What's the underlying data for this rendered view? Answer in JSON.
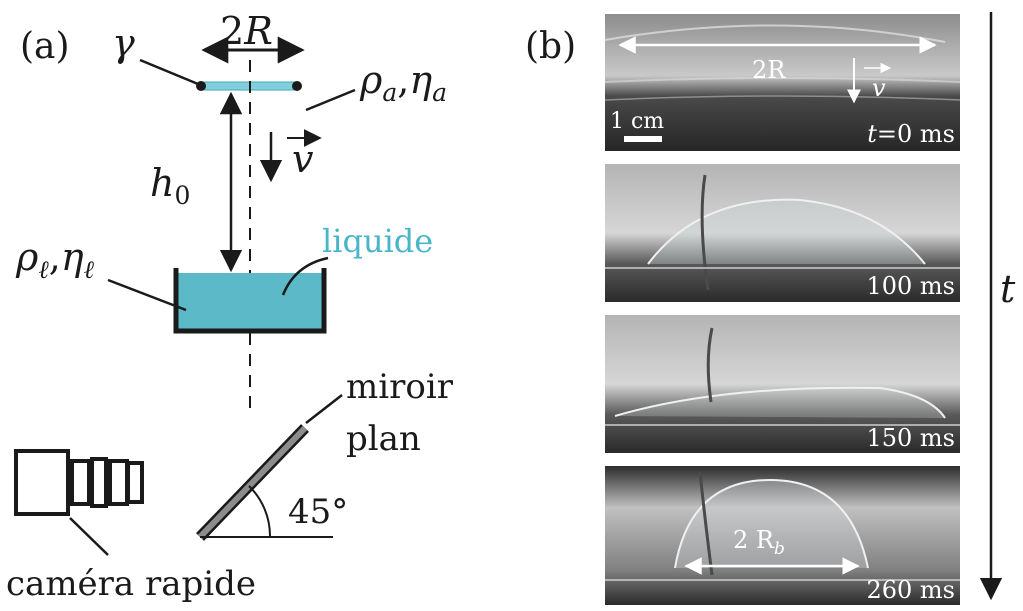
{
  "panel_a": {
    "label": "(a)",
    "width_label": {
      "base": "2",
      "var": "R"
    },
    "gamma": "γ",
    "air_props": {
      "rho": "ρ",
      "rho_sub": "a",
      "sep": ",",
      "eta": "η",
      "eta_sub": "a"
    },
    "velocity": "v",
    "height": {
      "base": "h",
      "sub": "0"
    },
    "liquid_props": {
      "rho": "ρ",
      "rho_sub": "ℓ",
      "sep": ",",
      "eta": "η",
      "eta_sub": "ℓ"
    },
    "liquid_label": "liquide",
    "mirror_line1": "miroir",
    "mirror_line2": "plan",
    "angle": "45°",
    "camera": "caméra rapide"
  },
  "panel_b": {
    "label": "(b)",
    "time_axis": "t",
    "frames": [
      {
        "time": "0 ms",
        "time_prefix": "t=",
        "width_label": "2R",
        "velocity": "v",
        "scale_bar": "1 cm"
      },
      {
        "time": "100 ms"
      },
      {
        "time": "150 ms"
      },
      {
        "time": "260 ms",
        "bubble_label": {
          "base": "2 R",
          "sub": "b"
        }
      }
    ]
  },
  "colors": {
    "liquid": "#5bb9c8",
    "liquid_text": "#48b6c8",
    "film": "#7fd0dc",
    "ink": "#1a1a1a",
    "mirror": "#8c8c8c"
  }
}
